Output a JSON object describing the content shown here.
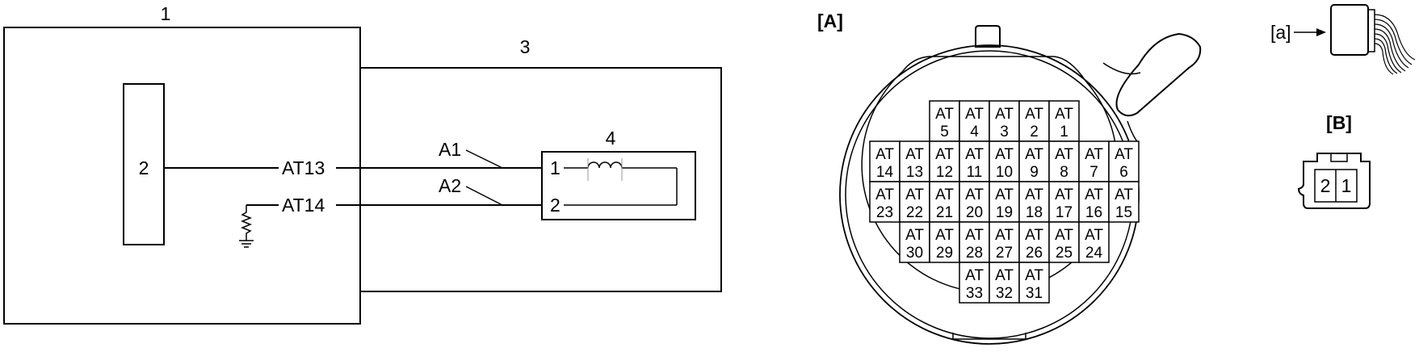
{
  "schematic": {
    "box1_label": "1",
    "box2_label": "2",
    "box3_label": "3",
    "box4_label": "4",
    "terminal_at13": "AT13",
    "terminal_at14": "AT14",
    "wire_a1": "A1",
    "wire_a2": "A2",
    "coil_pin1": "1",
    "coil_pin2": "2"
  },
  "connector_a": {
    "label": "[A]",
    "prefix": "AT",
    "rows": [
      [
        "5",
        "4",
        "3",
        "2",
        "1"
      ],
      [
        "14",
        "13",
        "12",
        "11",
        "10",
        "9",
        "8",
        "7",
        "6"
      ],
      [
        "23",
        "22",
        "21",
        "20",
        "19",
        "18",
        "17",
        "16",
        "15"
      ],
      [
        "30",
        "29",
        "28",
        "27",
        "26",
        "25",
        "24"
      ],
      [
        "33",
        "32",
        "31"
      ]
    ]
  },
  "view_a": {
    "label": "[a]"
  },
  "connector_b": {
    "label": "[B]",
    "pins": [
      "2",
      "1"
    ]
  }
}
